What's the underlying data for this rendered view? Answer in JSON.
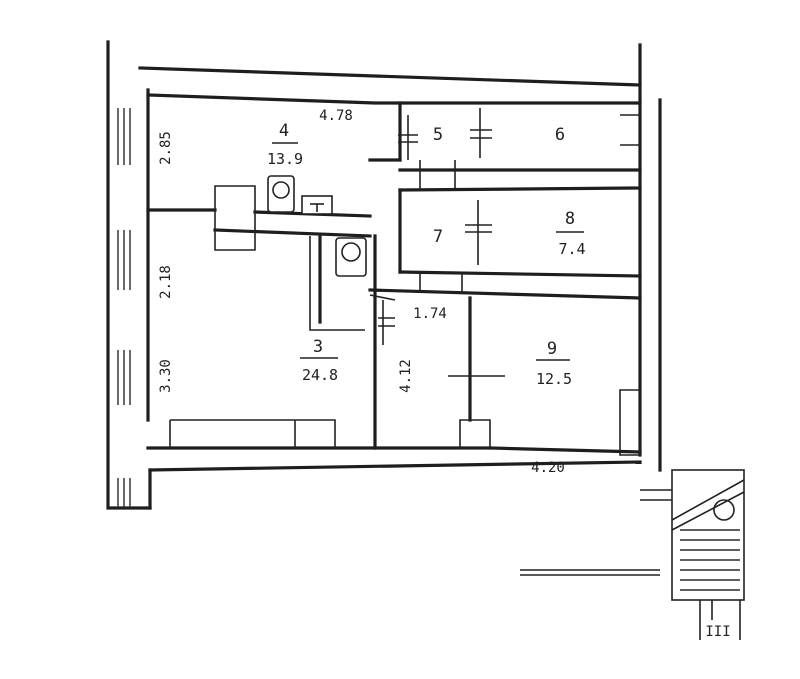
{
  "rooms": [
    {
      "number": "4",
      "area": "13.9"
    },
    {
      "number": "5",
      "area": ""
    },
    {
      "number": "6",
      "area": ""
    },
    {
      "number": "7",
      "area": ""
    },
    {
      "number": "8",
      "area": "7.4"
    },
    {
      "number": "3",
      "area": "24.8"
    },
    {
      "number": "9",
      "area": "12.5"
    }
  ],
  "dimensions": {
    "top_width": "4.78",
    "left_top": "2.85",
    "left_mid": "2.18",
    "left_low": "3.30",
    "corridor_width": "1.74",
    "corridor_height": "4.12",
    "bottom_width": "4.20"
  },
  "stair_label": "III"
}
